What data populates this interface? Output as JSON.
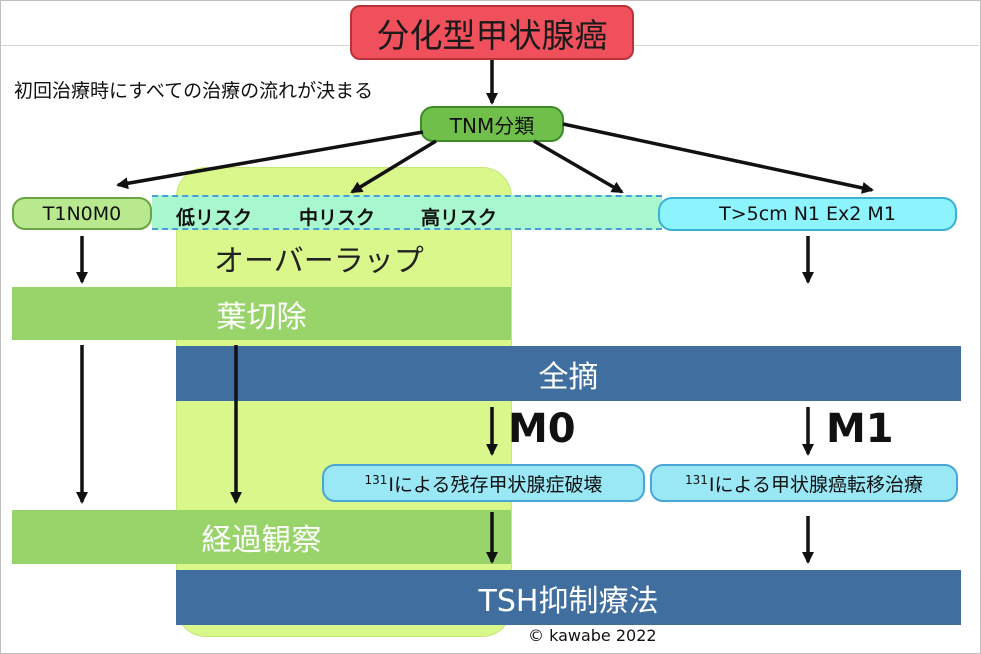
{
  "title": "分化型甲状腺癌",
  "note": "初回治療時にすべての治療の流れが決まる",
  "tnm": "TNM分類",
  "left_stage": "T1N0M0",
  "right_stage": "T>5cm N1 Ex2 M1",
  "risk": {
    "low": "低リスク",
    "mid": "中リスク",
    "high": "高リスク"
  },
  "overlap": "オーバーラップ",
  "lobectomy": "葉切除",
  "total": "全摘",
  "m0": "M0",
  "m1": "M1",
  "ablation": {
    "sup": "131",
    "text": "Iによる残存甲状腺症破壊"
  },
  "metastasis_therapy": {
    "sup": "131",
    "text": "Iによる甲状腺癌転移治療"
  },
  "observation": "経過観察",
  "tsh": "TSH抑制療法",
  "copyright": "© kawabe 2022",
  "colors": {
    "title_fill": "#f0505c",
    "tnm_fill": "#6fbf4a",
    "overlap_zone": "#d9f78a",
    "risk_band": "#a8f7cf",
    "green_bar": "#98d46a",
    "blue_bar": "#3f6e9f",
    "cyan_box": "#9ae8f6"
  }
}
